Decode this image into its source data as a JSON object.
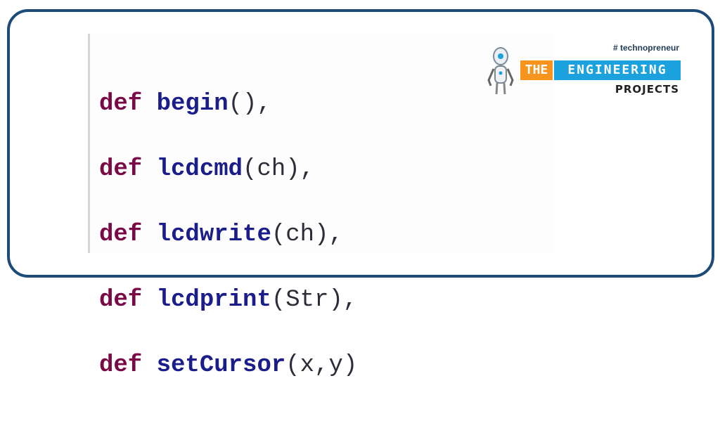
{
  "code": {
    "lines": [
      {
        "keyword": "def",
        "name": "begin",
        "args": "(),"
      },
      {
        "keyword": "def",
        "name": "lcdcmd",
        "args": "(ch),"
      },
      {
        "keyword": "def",
        "name": "lcdwrite",
        "args": "(ch),"
      },
      {
        "keyword": "def",
        "name": "lcdprint",
        "args": "(Str),"
      },
      {
        "keyword": "def",
        "name": "setCursor",
        "args": "(x,y)"
      }
    ]
  },
  "logo": {
    "tagline": "# technopreneur",
    "the": "THE",
    "engineering": "ENGINEERING",
    "projects": "PROJECTS"
  },
  "colors": {
    "border": "#1d4b78",
    "keyword": "#7a0a45",
    "function": "#1b1d8a",
    "orange": "#f7941d",
    "blue": "#1ba1de"
  }
}
